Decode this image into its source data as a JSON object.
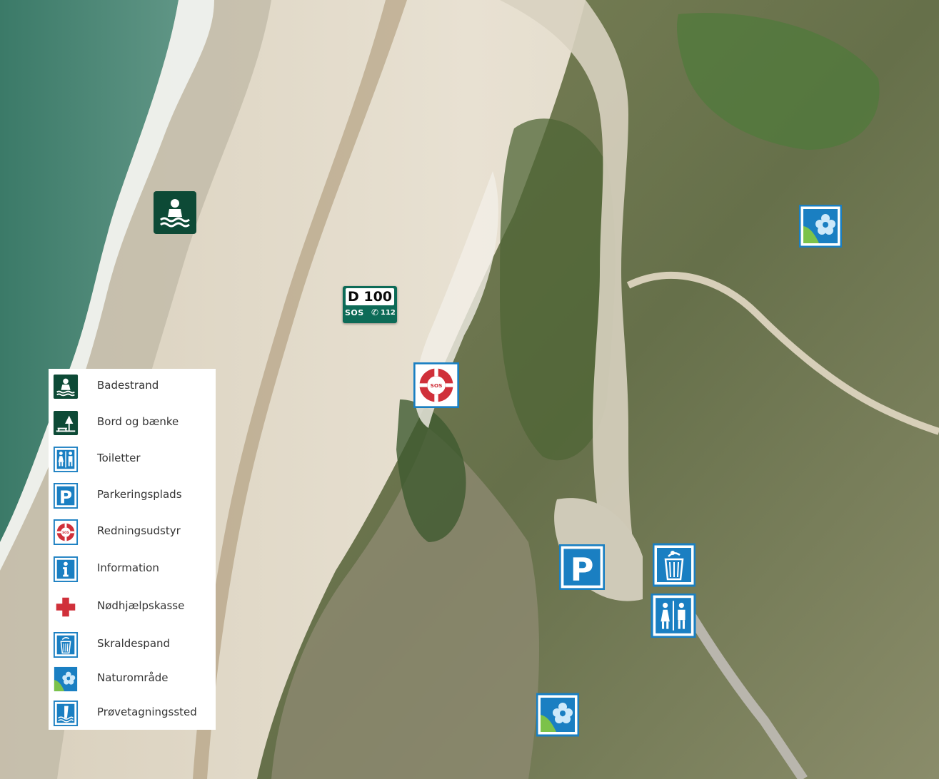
{
  "map": {
    "beach_sign": {
      "code": "D 100",
      "sos": "SOS",
      "emergency_number": "112"
    },
    "markers": [
      {
        "icon": "bathing-beach-icon",
        "category": "Badestrand"
      },
      {
        "icon": "nature-area-icon",
        "category": "Naturområde"
      },
      {
        "icon": "lifebuoy-sos-icon",
        "category": "Redningsudstyr"
      },
      {
        "icon": "parking-icon",
        "category": "Parkeringsplads"
      },
      {
        "icon": "trash-bin-icon",
        "category": "Skraldespand"
      },
      {
        "icon": "toilets-icon",
        "category": "Toiletter"
      },
      {
        "icon": "nature-area-icon",
        "category": "Naturområde"
      }
    ]
  },
  "legend": {
    "items": [
      {
        "label": "Badestrand",
        "icon": "bathing-beach-icon"
      },
      {
        "label": "Bord og bænke",
        "icon": "picnic-table-icon"
      },
      {
        "label": "Toiletter",
        "icon": "toilets-icon"
      },
      {
        "label": "Parkeringsplads",
        "icon": "parking-icon"
      },
      {
        "label": "Redningsudstyr",
        "icon": "lifebuoy-sos-icon"
      },
      {
        "label": "Information",
        "icon": "info-icon"
      },
      {
        "label": "Nødhjælpskasse",
        "icon": "first-aid-icon"
      },
      {
        "label": "Skraldespand",
        "icon": "trash-bin-icon"
      },
      {
        "label": "Naturområde",
        "icon": "nature-area-icon"
      },
      {
        "label": "Prøvetagningssted",
        "icon": "sampling-site-icon"
      }
    ]
  },
  "colors": {
    "sea": "#3f7d6b",
    "sand": "#e4ddcc",
    "dunes": "#6f7a4e",
    "icon_blue": "#1a7fc2",
    "icon_green": "#0d4a36",
    "sign_green": "#0d6b57",
    "sos_red": "#d0303a"
  }
}
